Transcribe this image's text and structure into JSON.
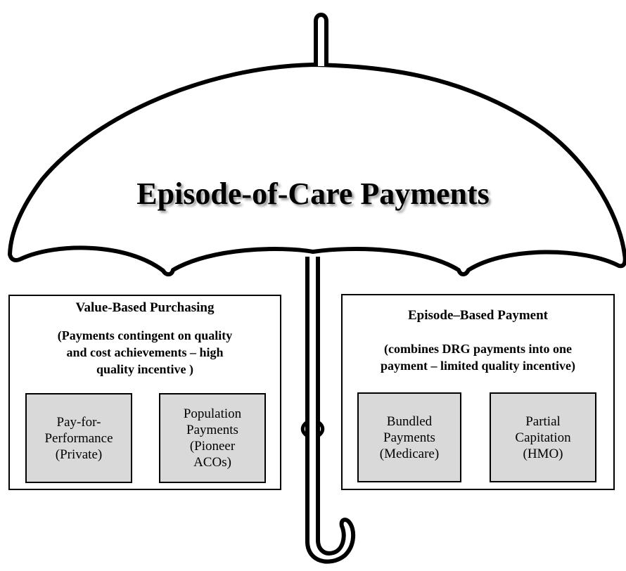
{
  "title": "Episode-of-Care Payments",
  "left_panel": {
    "heading": "Value-Based Purchasing",
    "description": "(Payments contingent on quality\nand  cost achievements – high\nquality incentive )",
    "boxes": [
      {
        "label": "Pay-for-\nPerformance\n(Private)"
      },
      {
        "label": "Population\nPayments\n(Pioneer\nACOs)"
      }
    ]
  },
  "right_panel": {
    "heading": "Episode–Based Payment",
    "description": "(combines DRG payments into one\npayment  – limited quality incentive)",
    "boxes": [
      {
        "label": "Bundled\nPayments\n(Medicare)"
      },
      {
        "label": "Partial\nCapitation\n(HMO)"
      }
    ]
  },
  "colors": {
    "box_fill": "#d9d9d9",
    "outline": "#000000",
    "title_shadow": "#9a9a9a"
  }
}
